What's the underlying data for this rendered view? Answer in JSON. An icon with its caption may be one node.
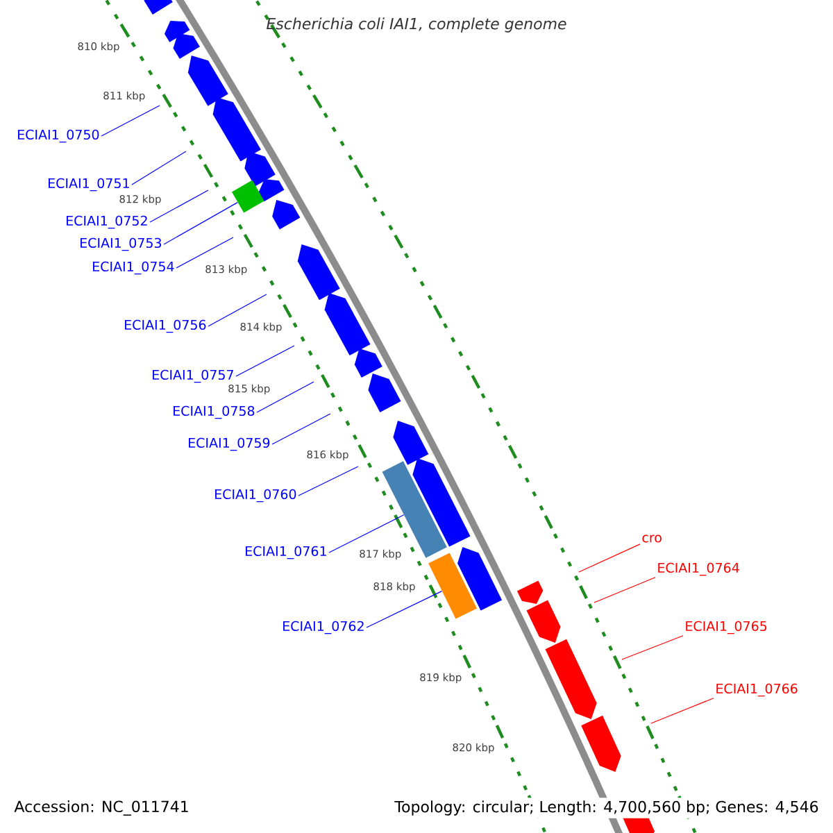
{
  "diagram": {
    "title": "Escherichia coli IAI1, complete genome",
    "nodes": [
      {
        "text": [
          "ECIAI1_0750"
        ]
      },
      {
        "text": [
          "ECIAI1_0751"
        ]
      },
      {
        "text": [
          "ECIAI1_0752"
        ]
      },
      {
        "text": [
          "ECIAI1_0753"
        ]
      },
      {
        "text": [
          "ECIAI1_0754"
        ]
      },
      {
        "text": [
          "ECIAI1_0756"
        ]
      },
      {
        "text": [
          "ECIAI1_0757"
        ]
      },
      {
        "text": [
          "ECIAI1_0758"
        ]
      },
      {
        "text": [
          "ECIAI1_0759"
        ]
      },
      {
        "text": [
          "ECIAI1_0760"
        ]
      },
      {
        "text": [
          "ECIAI1_0761"
        ]
      },
      {
        "text": [
          "ECIAI1_0762"
        ]
      },
      {
        "text": [
          "cro"
        ]
      },
      {
        "text": [
          "ECIAI1_0764"
        ]
      },
      {
        "text": [
          "ECIAI1_0765"
        ]
      },
      {
        "text": [
          "ECIAI1_0766"
        ]
      },
      {
        "text": [],
        "shape": "box"
      },
      {
        "text": [],
        "shape": "box"
      },
      {
        "text": [],
        "shape": "box"
      }
    ],
    "edges": [
      {
        "from": 0,
        "to": null,
        "arrow": "none"
      },
      {
        "from": 1,
        "to": null,
        "arrow": "none"
      },
      {
        "from": 2,
        "to": null,
        "arrow": "none"
      },
      {
        "from": 3,
        "to": 16,
        "arrow": "none"
      },
      {
        "from": 4,
        "to": null,
        "arrow": "none"
      },
      {
        "from": 5,
        "to": null,
        "arrow": "none"
      },
      {
        "from": 6,
        "to": null,
        "arrow": "none"
      },
      {
        "from": 7,
        "to": null,
        "arrow": "none"
      },
      {
        "from": 8,
        "to": null,
        "arrow": "none"
      },
      {
        "from": 9,
        "to": null,
        "arrow": "none"
      },
      {
        "from": 10,
        "to": 18,
        "arrow": "none"
      },
      {
        "from": 11,
        "to": 17,
        "arrow": "none"
      },
      {
        "from": 12,
        "to": null,
        "arrow": "none",
        "color": "#ff0000"
      },
      {
        "from": 13,
        "to": null,
        "arrow": "none",
        "color": "#ff0000"
      },
      {
        "from": 14,
        "to": null,
        "arrow": "none",
        "color": "#ff0000"
      },
      {
        "from": 15,
        "to": null,
        "arrow": "none",
        "color": "#ff0000"
      }
    ],
    "labels": [
      "810 kbp",
      "811 kbp",
      "812 kbp",
      "813 kbp",
      "814 kbp",
      "815 kbp",
      "816 kbp",
      "817 kbp",
      "818 kbp",
      "819 kbp",
      "820 kbp",
      "Accession: NC_011741",
      "Topology: circular; Length: 4,700,560 bp; Genes: 4,546"
    ]
  }
}
